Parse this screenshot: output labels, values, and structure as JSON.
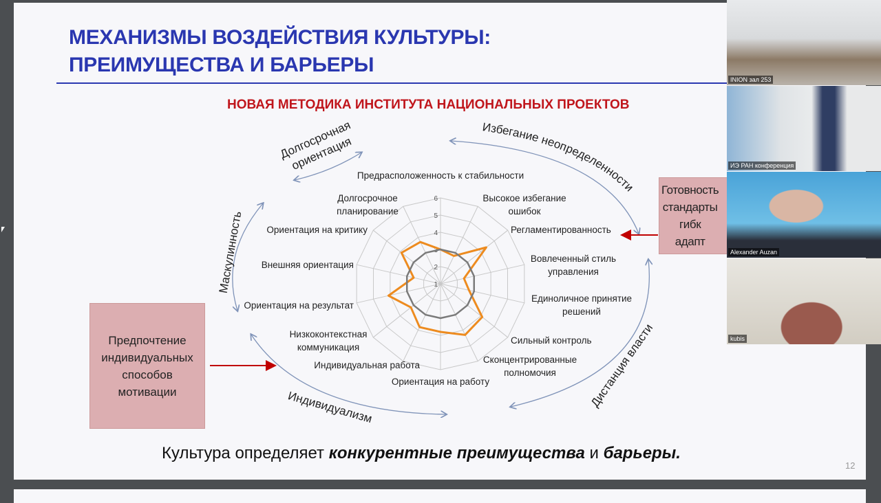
{
  "slide": {
    "title_line1": "МЕХАНИЗМЫ ВОЗДЕЙСТВИЯ КУЛЬТУРЫ:",
    "title_line2": "ПРЕИМУЩЕСТВА И БАРЬЕРЫ",
    "subtitle": "НОВАЯ МЕТОДИКА ИНСТИТУТА НАЦИОНАЛЬНЫХ ПРОЕКТОВ",
    "cycle_labels": {
      "long_term": [
        "Долгосрочная",
        "ориентация"
      ],
      "uncertainty": "Избегание неопределенности",
      "masculinity": "Маскулинность",
      "individualism": "Индивидуализм",
      "power_distance": "Дистанция власти"
    },
    "left_box": [
      "Предпочтение",
      "индивидуальных",
      "способов",
      "мотивации"
    ],
    "right_box": [
      "Готовность",
      "стандарты",
      "гибк",
      "адапт"
    ],
    "footer_plain1": "Культура определяет ",
    "footer_bold1": "конкурентные преимущества",
    "footer_plain2": " и ",
    "footer_bold2": "барьеры.",
    "page_number": "12"
  },
  "colors": {
    "title": "#2a37b0",
    "subtitle": "#c0161c",
    "series_orange": "#ed8b1f",
    "series_grey": "#7a7a7a",
    "arrow": "#7f93b8",
    "red_arrow": "#c00000"
  },
  "chart_data": {
    "type": "radar",
    "categories": [
      "Предрасположенность к стабильности",
      "Высокое избегание ошибок",
      "Регламентированность",
      "Вовлеченный стиль управления",
      "Единоличное принятие решений",
      "Сильный контроль",
      "Сконцентрированные полномочия",
      "Ориентация на работу",
      "Индивидуальная работа",
      "Низкоконтекстная коммуникация",
      "Ориентация на результат",
      "Внешняя ориентация",
      "Ориентация на критику",
      "Долгосрочное планирование"
    ],
    "ticks": [
      "1",
      "2",
      "3",
      "4",
      "5",
      "6"
    ],
    "range": [
      1,
      6
    ],
    "series": [
      {
        "name": "orange",
        "values": [
          3.0,
          2.8,
          4.4,
          2.4,
          2.7,
          4.1,
          4.3,
          3.8,
          3.8,
          3.2,
          4.1,
          2.6,
          3.9,
          3.7
        ]
      },
      {
        "name": "grey",
        "values": [
          3.0,
          3.0,
          3.0,
          3.0,
          3.0,
          3.0,
          3.0,
          3.0,
          3.0,
          3.0,
          3.0,
          3.0,
          3.0,
          3.0
        ]
      }
    ]
  },
  "participants": [
    {
      "name": "INION зал 253"
    },
    {
      "name": "ИЭ РАН конференция"
    },
    {
      "name": "Alexander Auzan"
    },
    {
      "name": "kubis"
    }
  ]
}
